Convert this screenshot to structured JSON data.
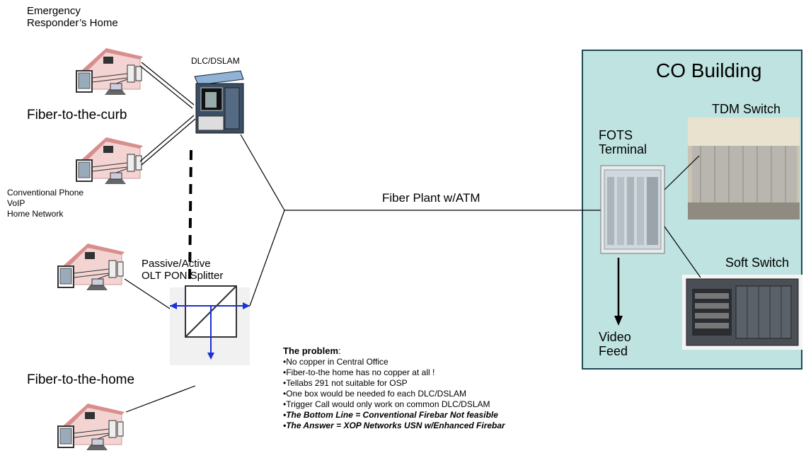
{
  "home_label": "Emergency Responder’s Home",
  "dlc_label": "DLC/DSLAM",
  "fttc_label": "Fiber-to-the-curb",
  "services": [
    "Conventional Phone",
    "VoIP",
    "Home Network"
  ],
  "splitter_label": [
    "Passive/Active",
    "OLT PON Splitter"
  ],
  "ftth_label": "Fiber-to-the-home",
  "fiber_plant_label": "Fiber Plant w/ATM",
  "co": {
    "title": "CO Building",
    "fots_label": [
      "FOTS",
      "Terminal"
    ],
    "tdm_label": "TDM Switch",
    "soft_label": "Soft Switch",
    "video_label": [
      "Video",
      "Feed"
    ]
  },
  "problem": {
    "heading": "The problem",
    "heading_suffix": ":",
    "items": [
      "No copper in Central Office",
      "Fiber-to-the home has no copper at all !",
      "Tellabs 291 not suitable for OSP",
      "One box would be needed fo each DLC/DSLAM",
      "Trigger Call would only work on common DLC/DSLAM"
    ],
    "emphasis_items": [
      "The Bottom Line = Conventional Firebar Not feasible",
      "The Answer = XOP Networks USN w/Enhanced Firebar"
    ]
  },
  "colors": {
    "co_fill": "#bfe3e0",
    "co_border": "#1e4a57",
    "splitter_arrows": "#1a2fd6"
  }
}
